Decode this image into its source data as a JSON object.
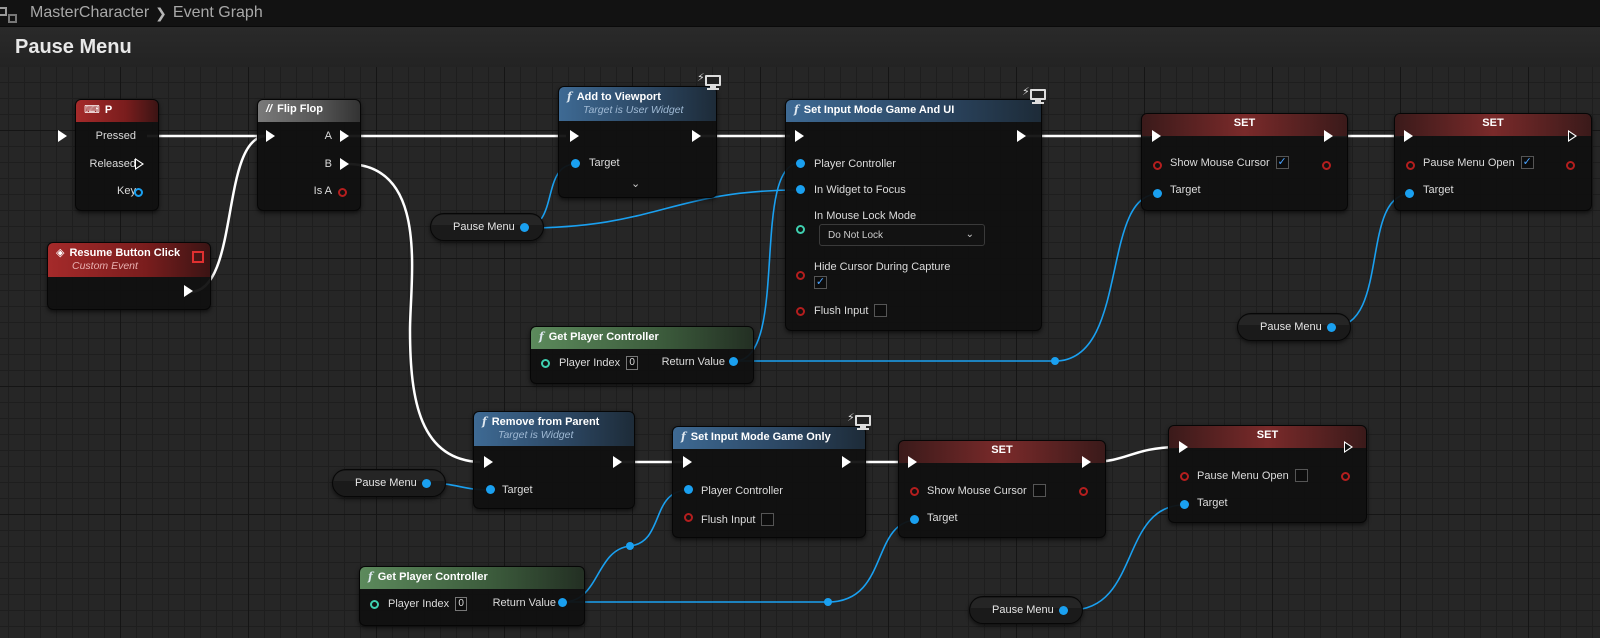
{
  "breadcrumb": {
    "blueprint": "MasterCharacter",
    "graph": "Event Graph"
  },
  "graph_title": "Pause Menu",
  "colors": {
    "exec": "#ffffff",
    "object_wire": "#1aa0f0",
    "function_header": "#3e6a94",
    "pure_header": "#5c8a5c",
    "event_header": "#a52a2a",
    "set_header": "#7a2a2a"
  },
  "nodes": {
    "key_p": {
      "title": "P",
      "pins": {
        "pressed": "Pressed",
        "released": "Released",
        "key": "Key"
      }
    },
    "resume_event": {
      "title": "Resume Button Click",
      "subtitle": "Custom Event"
    },
    "flipflop": {
      "title": "Flip Flop",
      "pins": {
        "a": "A",
        "b": "B",
        "is_a": "Is A"
      }
    },
    "add_viewport": {
      "title": "Add to Viewport",
      "subtitle": "Target is User Widget",
      "pins": {
        "target": "Target"
      }
    },
    "set_input_ui": {
      "title": "Set Input Mode Game And UI",
      "pins": {
        "player_controller": "Player Controller",
        "widget_focus": "In Widget to Focus",
        "mouse_lock": "In Mouse Lock Mode",
        "mouse_lock_value": "Do Not Lock",
        "hide_cursor": "Hide Cursor During Capture",
        "flush_input": "Flush Input"
      }
    },
    "set_cursor_1": {
      "title": "SET",
      "pins": {
        "show_cursor": "Show Mouse Cursor",
        "target": "Target"
      }
    },
    "set_pause_1": {
      "title": "SET",
      "pins": {
        "pause_open": "Pause Menu Open",
        "target": "Target"
      }
    },
    "get_pc_1": {
      "title": "Get Player Controller",
      "pins": {
        "player_index": "Player Index",
        "player_index_value": "0",
        "return": "Return Value"
      }
    },
    "remove_parent": {
      "title": "Remove from Parent",
      "subtitle": "Target is Widget",
      "pins": {
        "target": "Target"
      }
    },
    "set_input_game": {
      "title": "Set Input Mode Game Only",
      "pins": {
        "player_controller": "Player Controller",
        "flush_input": "Flush Input"
      }
    },
    "set_cursor_2": {
      "title": "SET",
      "pins": {
        "show_cursor": "Show Mouse Cursor",
        "target": "Target"
      }
    },
    "set_pause_2": {
      "title": "SET",
      "pins": {
        "pause_open": "Pause Menu Open",
        "target": "Target"
      }
    },
    "get_pc_2": {
      "title": "Get Player Controller",
      "pins": {
        "player_index": "Player Index",
        "player_index_value": "0",
        "return": "Return Value"
      }
    }
  },
  "variables": {
    "pause_menu_1": "Pause Menu",
    "pause_menu_2": "Pause Menu",
    "pause_menu_3": "Pause Menu",
    "pause_menu_4": "Pause Menu"
  },
  "checkbox_states": {
    "hide_cursor": true,
    "flush_input_ui": false,
    "show_cursor_1": true,
    "pause_open_1": true,
    "flush_input_game": false,
    "show_cursor_2": false,
    "pause_open_2": false
  }
}
